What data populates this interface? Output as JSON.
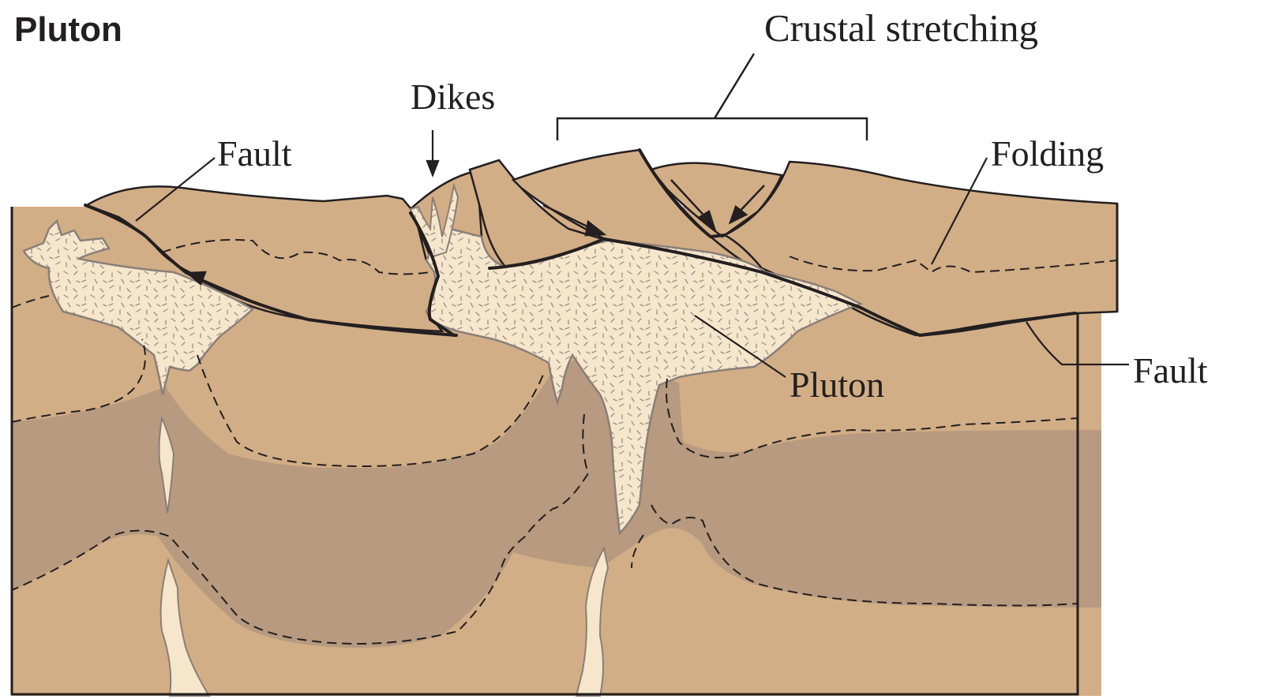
{
  "title": "Pluton",
  "labels": {
    "crustal_stretching": "Crustal stretching",
    "dikes": "Dikes",
    "fault_left": "Fault",
    "folding": "Folding",
    "pluton": "Pluton",
    "fault_right": "Fault"
  },
  "colors": {
    "crust_light": "#d2ae86",
    "crust_dark": "#b79a7f",
    "pluton": "#f5e6cc",
    "line": "#231f20"
  }
}
